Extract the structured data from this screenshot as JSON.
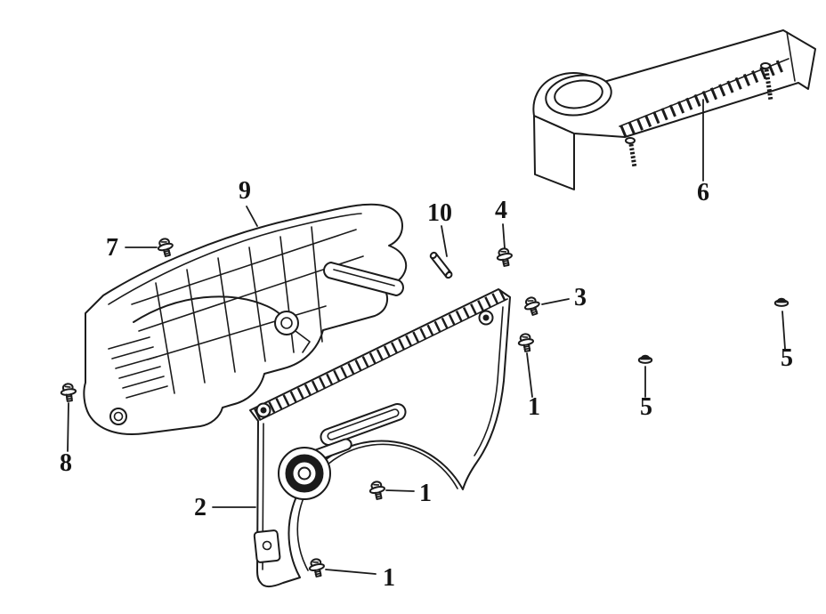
{
  "diagram": {
    "background": "#ffffff",
    "ink": "#1b1b1b",
    "callouts": [
      {
        "label": "9"
      },
      {
        "label": "7"
      },
      {
        "label": "10"
      },
      {
        "label": "4"
      },
      {
        "label": "3"
      },
      {
        "label": "1"
      },
      {
        "label": "5"
      },
      {
        "label": "5"
      },
      {
        "label": "6"
      },
      {
        "label": "8"
      },
      {
        "label": "2"
      },
      {
        "label": "1"
      },
      {
        "label": "1"
      }
    ]
  }
}
